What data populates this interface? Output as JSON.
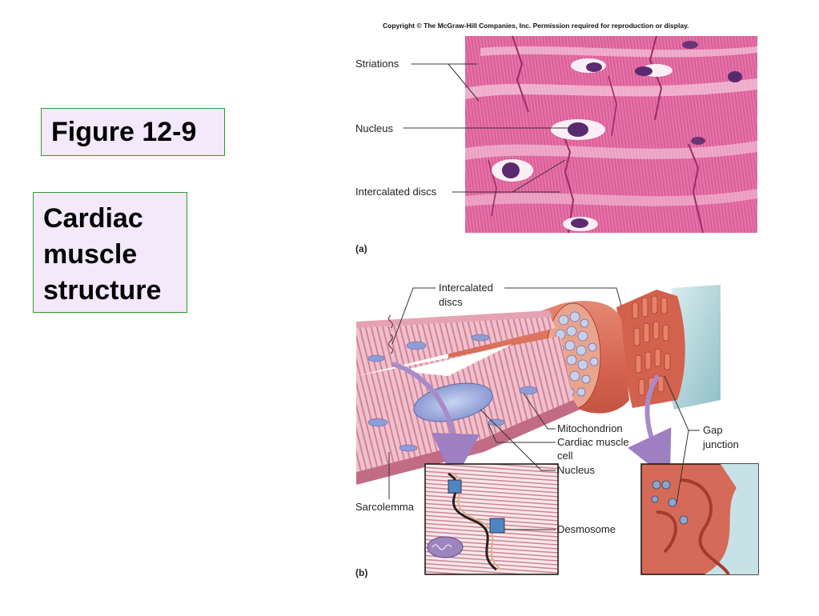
{
  "slide": {
    "figure_number": "Figure 12-9",
    "title_lines": [
      "Cardiac",
      "muscle",
      "structure"
    ]
  },
  "figure": {
    "copyright": "Copyright © The McGraw-Hill Companies, Inc. Permission required for reproduction or display.",
    "panel_a": {
      "tag": "(a)",
      "labels": {
        "striations": "Striations",
        "nucleus": "Nucleus",
        "intercalated_discs": "Intercalated discs"
      }
    },
    "panel_b": {
      "tag": "(b)",
      "labels": {
        "intercalated_line1": "Intercalated",
        "intercalated_line2": "discs",
        "mitochondrion": "Mitochondrion",
        "cardiac_line1": "Cardiac muscle",
        "cardiac_line2": "cell",
        "nucleus": "Nucleus",
        "gap_line1": "Gap",
        "gap_line2": "junction",
        "sarcolemma": "Sarcolemma",
        "desmosome": "Desmosome"
      }
    }
  },
  "colors": {
    "box_border": "#2e9c2e",
    "box_fill": "#f3e9fb",
    "tissue_pink": "#e46aa6",
    "nucleus_purple": "#5a2a6e",
    "arrow_purple": "#a98bc9"
  }
}
